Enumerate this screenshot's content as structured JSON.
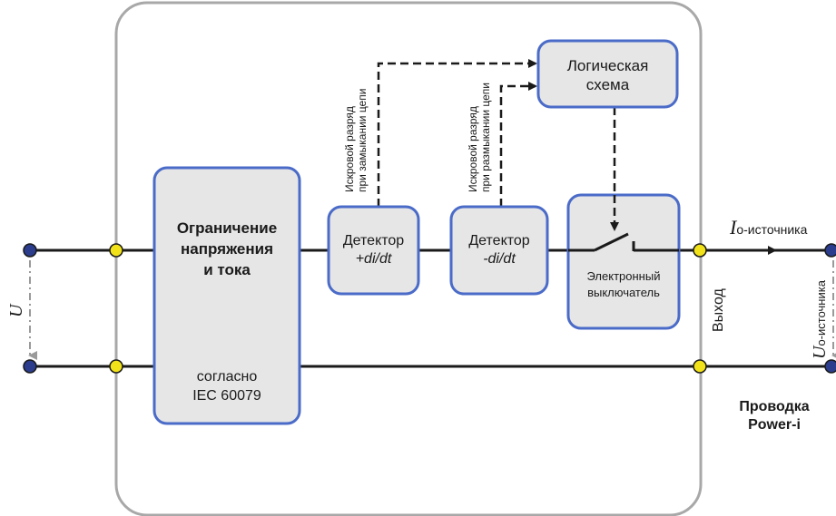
{
  "colors": {
    "box_fill": "#e6e6e6",
    "box_stroke": "#4a6bc8",
    "enclosure_stroke": "#a8a8a8",
    "wire": "#1a1a1a",
    "terminal_outer": "#2b3d8c",
    "terminal_inner": "#f2e21a"
  },
  "blocks": {
    "limiter": {
      "title_line1": "Ограничение",
      "title_line2": "напряжения",
      "title_line3": "и тока",
      "note_line1": "согласно",
      "note_line2": "IEC 60079"
    },
    "detector_plus": {
      "line1": "Детектор",
      "line2": "+di/dt"
    },
    "detector_minus": {
      "line1": "Детектор",
      "line2": "-di/dt"
    },
    "logic": {
      "line1": "Логическая",
      "line2": "схема"
    },
    "switch": {
      "line1": "Электронный",
      "line2": "выключатель"
    }
  },
  "signals": {
    "close_spark_line1": "Искровой разряд",
    "close_spark_line2": "при замыкании цепи",
    "open_spark_line1": "Искровой разряд",
    "open_spark_line2": "при размыкании цепи"
  },
  "labels": {
    "input_voltage": "U",
    "output": "Выход",
    "current_symbol": "I",
    "current_subscript": "о-источника",
    "voltage_symbol": "U",
    "voltage_subscript": "о-источника",
    "wiring_line1": "Проводка",
    "wiring_line2": "Power-i"
  }
}
